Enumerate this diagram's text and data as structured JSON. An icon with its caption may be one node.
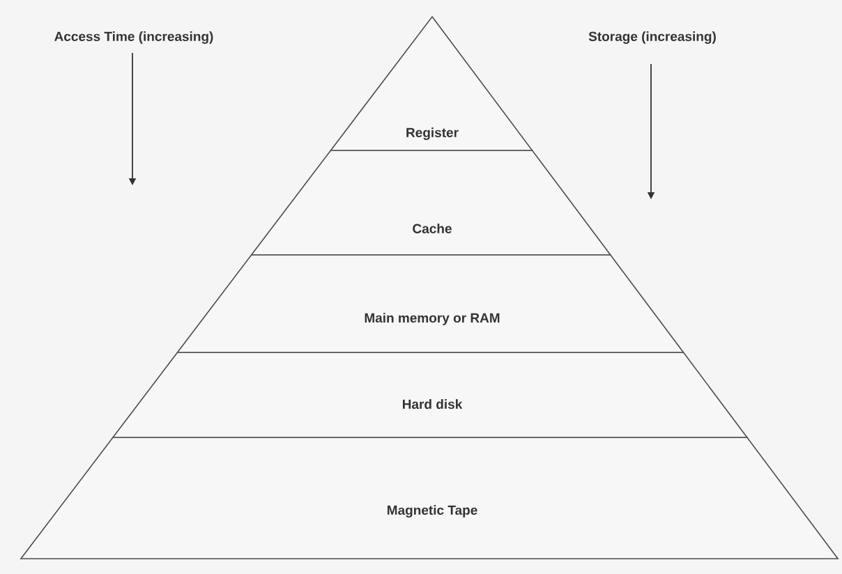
{
  "diagram": {
    "nodes": [
      {
        "text": [
          "Register"
        ]
      },
      {
        "text": [
          "Cache"
        ]
      },
      {
        "text": [
          "Main memory or RAM"
        ]
      },
      {
        "text": [
          "Hard disk"
        ]
      },
      {
        "text": [
          "Magnetic Tape"
        ]
      }
    ],
    "labels": [
      "Access Time (increasing)",
      "Storage (increasing)"
    ]
  }
}
